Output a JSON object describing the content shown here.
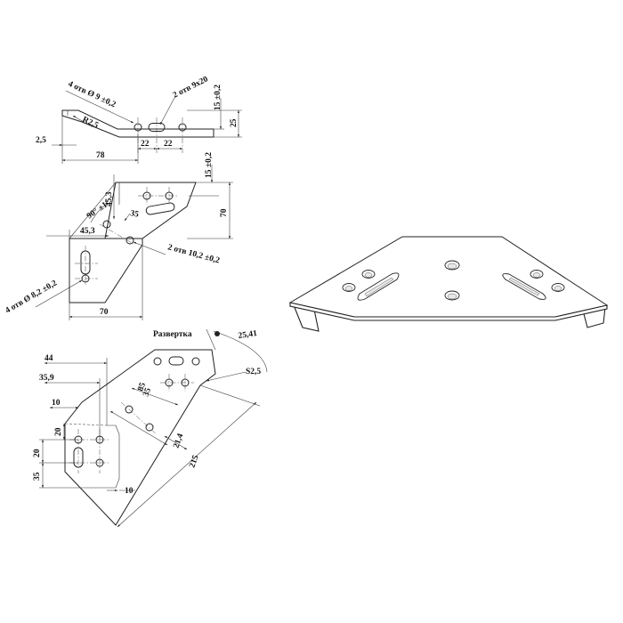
{
  "top_view": {
    "holes_label": "4 отв Ø 9 ±0,2",
    "slots_label": "2 отв 9х20",
    "radius_label": "R2,5",
    "thickness_label": "2,5",
    "dim_15": "15 ±0,2",
    "dim_25": "25",
    "dim_22a": "22",
    "dim_22b": "22",
    "dim_78": "78"
  },
  "side_view": {
    "dim_15": "15 ±0,2",
    "dim_70_vert": "70",
    "dim_angle": "90° ±1°",
    "dim_453_a": "45,3",
    "dim_453_b": "45,3",
    "dim_35": "35",
    "slots_label": "2 отв 10,2 ±0,2",
    "holes_label": "4 отв Ø 8,2 ±0,2",
    "dim_70_horiz": "70"
  },
  "flat_pattern": {
    "title": "Развертка",
    "dim_2541": "25,41",
    "dim_s25": "S2,5",
    "dim_44": "44",
    "dim_359": "35,9",
    "dim_10_top": "10",
    "dim_20a": "20",
    "dim_20b": "20",
    "dim_35_left": "35",
    "dim_85": "85",
    "dim_35_diag": "35",
    "dim_214": "21,4",
    "dim_215": "215",
    "dim_10_bottom": "10"
  }
}
